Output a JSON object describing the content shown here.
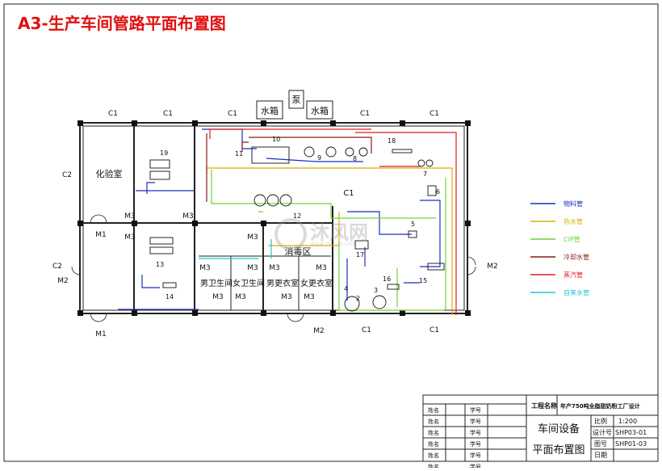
{
  "title": "A3-生产车间管路平面布置图",
  "labels": {
    "water_tank_left": "水箱",
    "water_tank_right": "水箱",
    "pump": "泵",
    "lab": "化验室",
    "disinfect": "消毒区",
    "male_wc": "男卫生间",
    "female_wc": "女卫生间",
    "male_locker": "男更衣室",
    "female_locker": "女更衣室"
  },
  "window_labels": {
    "c1": "C1",
    "c2": "C2",
    "m1": "M1",
    "m2": "M2",
    "m3": "M3"
  },
  "equipment_numbers": [
    "2",
    "3",
    "4",
    "5",
    "6",
    "7",
    "8",
    "9",
    "10",
    "11",
    "12",
    "13",
    "14",
    "15",
    "16",
    "17",
    "18",
    "19"
  ],
  "legend": [
    {
      "label": "物料管",
      "color": "#1c2fbf"
    },
    {
      "label": "热水管",
      "color": "#d8b000"
    },
    {
      "label": "CIP管",
      "color": "#6fd23a"
    },
    {
      "label": "冷却水管",
      "color": "#8a1a1a"
    },
    {
      "label": "蒸汽管",
      "color": "#e01f1f"
    },
    {
      "label": "自来水管",
      "color": "#19c9d8"
    }
  ],
  "title_block": {
    "project_label": "工程名称",
    "project_value": "年产750吨全脂甜奶粉工厂设计",
    "drawing_title_line1": "车间设备",
    "drawing_title_line2": "平面布置图",
    "rows": [
      {
        "label": "比例",
        "value": "1:200"
      },
      {
        "label": "设计号",
        "value": "SHP03-01"
      },
      {
        "label": "图号",
        "value": "SHP01-03"
      },
      {
        "label": "日期",
        "value": ""
      }
    ],
    "sign_rows": [
      {
        "name_label": "姓名",
        "student_label": "学号"
      },
      {
        "name_label": "姓名",
        "student_label": "学号"
      },
      {
        "name_label": "姓名",
        "student_label": "学号"
      },
      {
        "name_label": "姓名",
        "student_label": "学号"
      },
      {
        "name_label": "姓名",
        "student_label": "学号"
      },
      {
        "name_label": "姓名",
        "student_label": "学号"
      }
    ]
  },
  "watermark": {
    "main": "沐风网",
    "url": "www.mfcad.com"
  }
}
